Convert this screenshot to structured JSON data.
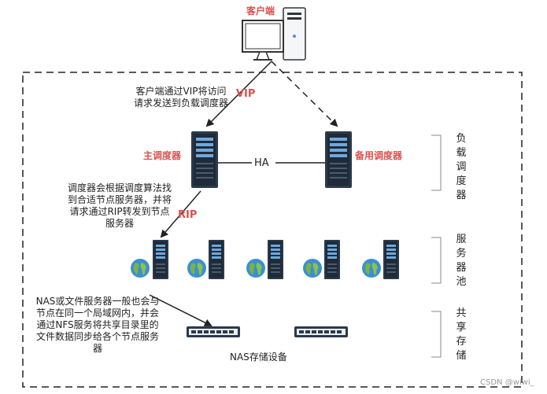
{
  "client_label": "客户端",
  "vip_label": "VIP",
  "rip_label": "RIP",
  "ha_label": "HA",
  "main_scheduler_label": "主调度器",
  "backup_scheduler_label": "备用调度器",
  "note_client": "客户端通过VIP将访问请求发送到负载调度器",
  "note_scheduler": "调度器会根据调度算法找到合适节点服务器，并将请求通过RIP转发到节点服务器",
  "note_nas": "NAS或文件服务器一般也会与节点在同一个局域网内，并会通过NFS服务将共享目录里的文件数据同步给各个节点服务器",
  "nas_label": "NAS存储设备",
  "tier_load": "负载调度器",
  "tier_pool": "服务器池",
  "tier_storage": "共享存储",
  "watermark": "CSDN @wiwi_",
  "colors": {
    "red": "#d9534f",
    "server": "#2b3a4a",
    "dash": "#222222"
  }
}
